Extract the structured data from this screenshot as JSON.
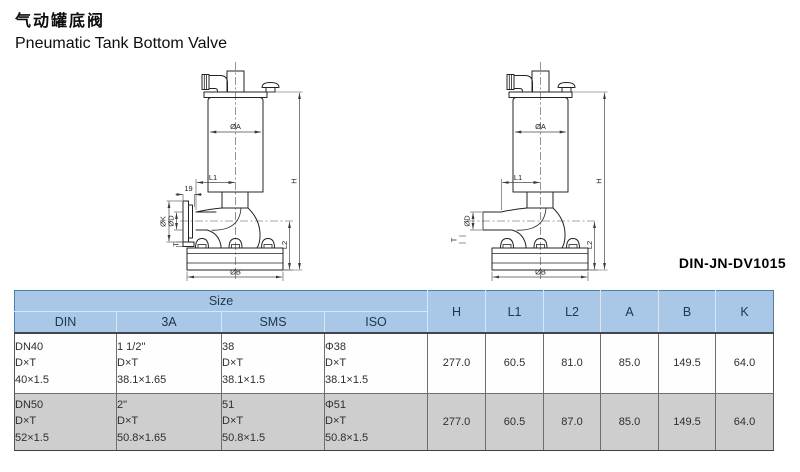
{
  "page": {
    "title_zh": "气动罐底阀",
    "title_en": "Pneumatic Tank Bottom Valve",
    "model_code": "DIN-JN-DV1015"
  },
  "drawing_labels": {
    "dia_a": "ØA",
    "dia_b": "ØB",
    "dia_d": "ØD",
    "dia_k": "ØK",
    "h": "H",
    "l1": "L1",
    "l2": "L2",
    "t": "T",
    "clamp_width": "19"
  },
  "table": {
    "size_header": "Size",
    "size_columns": [
      "DIN",
      "3A",
      "SMS",
      "ISO"
    ],
    "dim_columns": [
      "H",
      "L1",
      "L2",
      "A",
      "B",
      "K"
    ],
    "rows": [
      {
        "din": [
          "DN40",
          "D×T",
          "40×1.5"
        ],
        "three_a": [
          "1 1/2\"",
          "D×T",
          "38.1×1.65"
        ],
        "sms": [
          "38",
          "D×T",
          "38.1×1.5"
        ],
        "iso": [
          "Φ38",
          "D×T",
          "38.1×1.5"
        ],
        "dims": [
          "277.0",
          "60.5",
          "81.0",
          "85.0",
          "149.5",
          "64.0"
        ]
      },
      {
        "din": [
          "DN50",
          "D×T",
          "52×1.5"
        ],
        "three_a": [
          "2\"",
          "D×T",
          "50.8×1.65"
        ],
        "sms": [
          "51",
          "D×T",
          "50.8×1.5"
        ],
        "iso": [
          "Φ51",
          "D×T",
          "50.8×1.5"
        ],
        "dims": [
          "277.0",
          "60.5",
          "87.0",
          "85.0",
          "149.5",
          "64.0"
        ]
      }
    ]
  }
}
